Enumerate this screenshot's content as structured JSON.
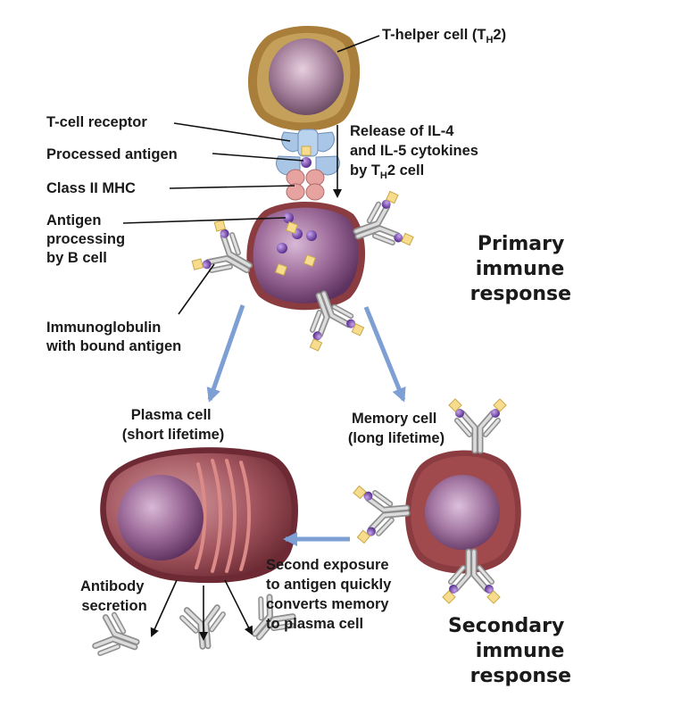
{
  "labels": {
    "th_helper": {
      "text": "T-helper cell (T",
      "sub": "H",
      "end": "2)"
    },
    "tcell_receptor": "T-cell receptor",
    "processed_antigen": "Processed antigen",
    "class2_mhc": "Class II MHC",
    "antigen_processing": [
      "Antigen",
      "processing",
      "by B cell"
    ],
    "immunoglobulin": [
      "Immunoglobulin",
      "with bound antigen"
    ],
    "release": {
      "line1": "Release of IL-4",
      "line2": "and IL-5 cytokines",
      "line3_pre": "by T",
      "line3_sub": "H",
      "line3_end": "2 cell"
    },
    "primary": [
      "Primary",
      "immune",
      "response"
    ],
    "plasma": [
      "Plasma cell",
      "(short lifetime)"
    ],
    "memory": [
      "Memory cell",
      "(long lifetime)"
    ],
    "antibody_secretion": [
      "Antibody",
      "secretion"
    ],
    "second_exposure": [
      "Second exposure",
      "to antigen quickly",
      "converts memory",
      "to plasma cell"
    ],
    "secondary": [
      "Secondary",
      "immune",
      "response"
    ]
  },
  "colors": {
    "cell_purple": "#8b5a86",
    "cell_membrane": "#7a2e2e",
    "th_membrane": "#9c7a3c",
    "receptor_blue": "#a9c6e6",
    "mhc_pink": "#e7a3a0",
    "arrow_blue": "#7d9fd4",
    "antigen_yellow": "#f6dc8c",
    "antigen_purple": "#6a3c9c",
    "antibody_gray": "#b5b5b5"
  }
}
